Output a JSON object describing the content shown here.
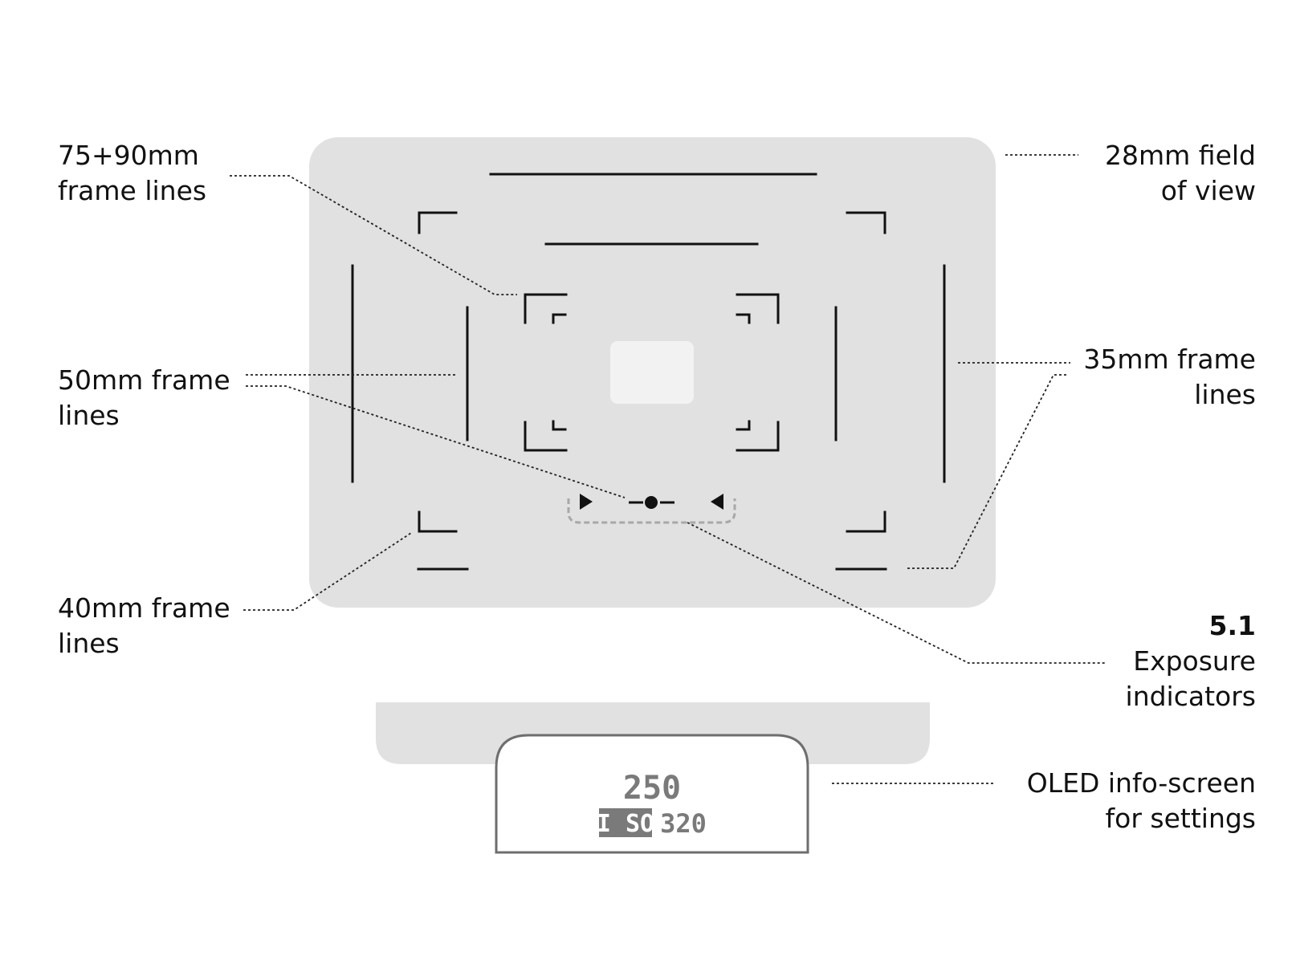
{
  "labels": {
    "frame_75_90": {
      "line1": "75+90mm",
      "line2": "frame lines"
    },
    "frame_50": {
      "line1": "50mm frame",
      "line2": "lines"
    },
    "frame_40": {
      "line1": "40mm frame",
      "line2": "lines"
    },
    "field_28": {
      "line1": "28mm field",
      "line2": "of view"
    },
    "frame_35": {
      "line1": "35mm frame",
      "line2": "lines"
    },
    "exposure": {
      "number": "5.1",
      "line1": "Exposure",
      "line2": "indicators"
    },
    "oled": {
      "line1": "OLED info-screen",
      "line2": "for settings"
    }
  },
  "oled_display": {
    "shutter": "250",
    "iso_selected": "I SO",
    "iso_value": "320"
  },
  "colors": {
    "viewfinder_bg": "#e1e1e1",
    "center_patch": "#f2f2f2",
    "frame_line": "#111111",
    "leader_line": "#222222",
    "oled_border": "#6e6e6e",
    "oled_text": "#7a7a7a",
    "exposure_bracket": "#a8a8a8"
  }
}
